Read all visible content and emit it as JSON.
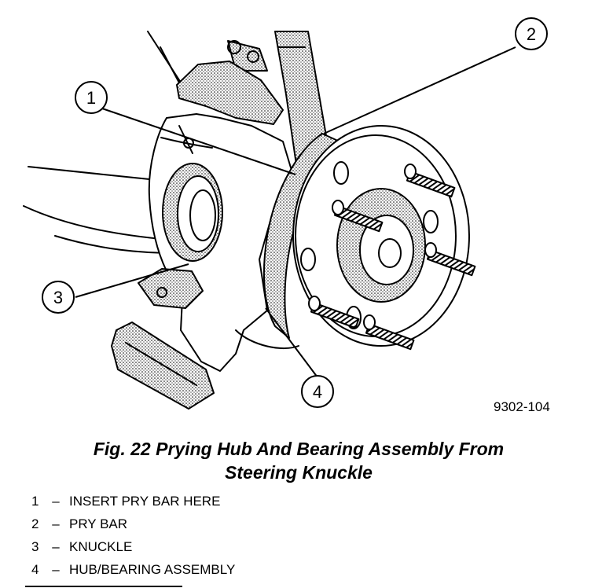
{
  "figure_id": "9302-104",
  "caption": {
    "line1": "Fig. 22 Prying Hub And Bearing Assembly From",
    "line2": "Steering Knuckle"
  },
  "callouts": [
    "1",
    "2",
    "3",
    "4"
  ],
  "legend": [
    {
      "num": "1",
      "dash": "–",
      "text": "INSERT PRY BAR HERE"
    },
    {
      "num": "2",
      "dash": "–",
      "text": "PRY BAR"
    },
    {
      "num": "3",
      "dash": "–",
      "text": "KNUCKLE"
    },
    {
      "num": "4",
      "dash": "–",
      "text": "HUB/BEARING ASSEMBLY"
    }
  ]
}
